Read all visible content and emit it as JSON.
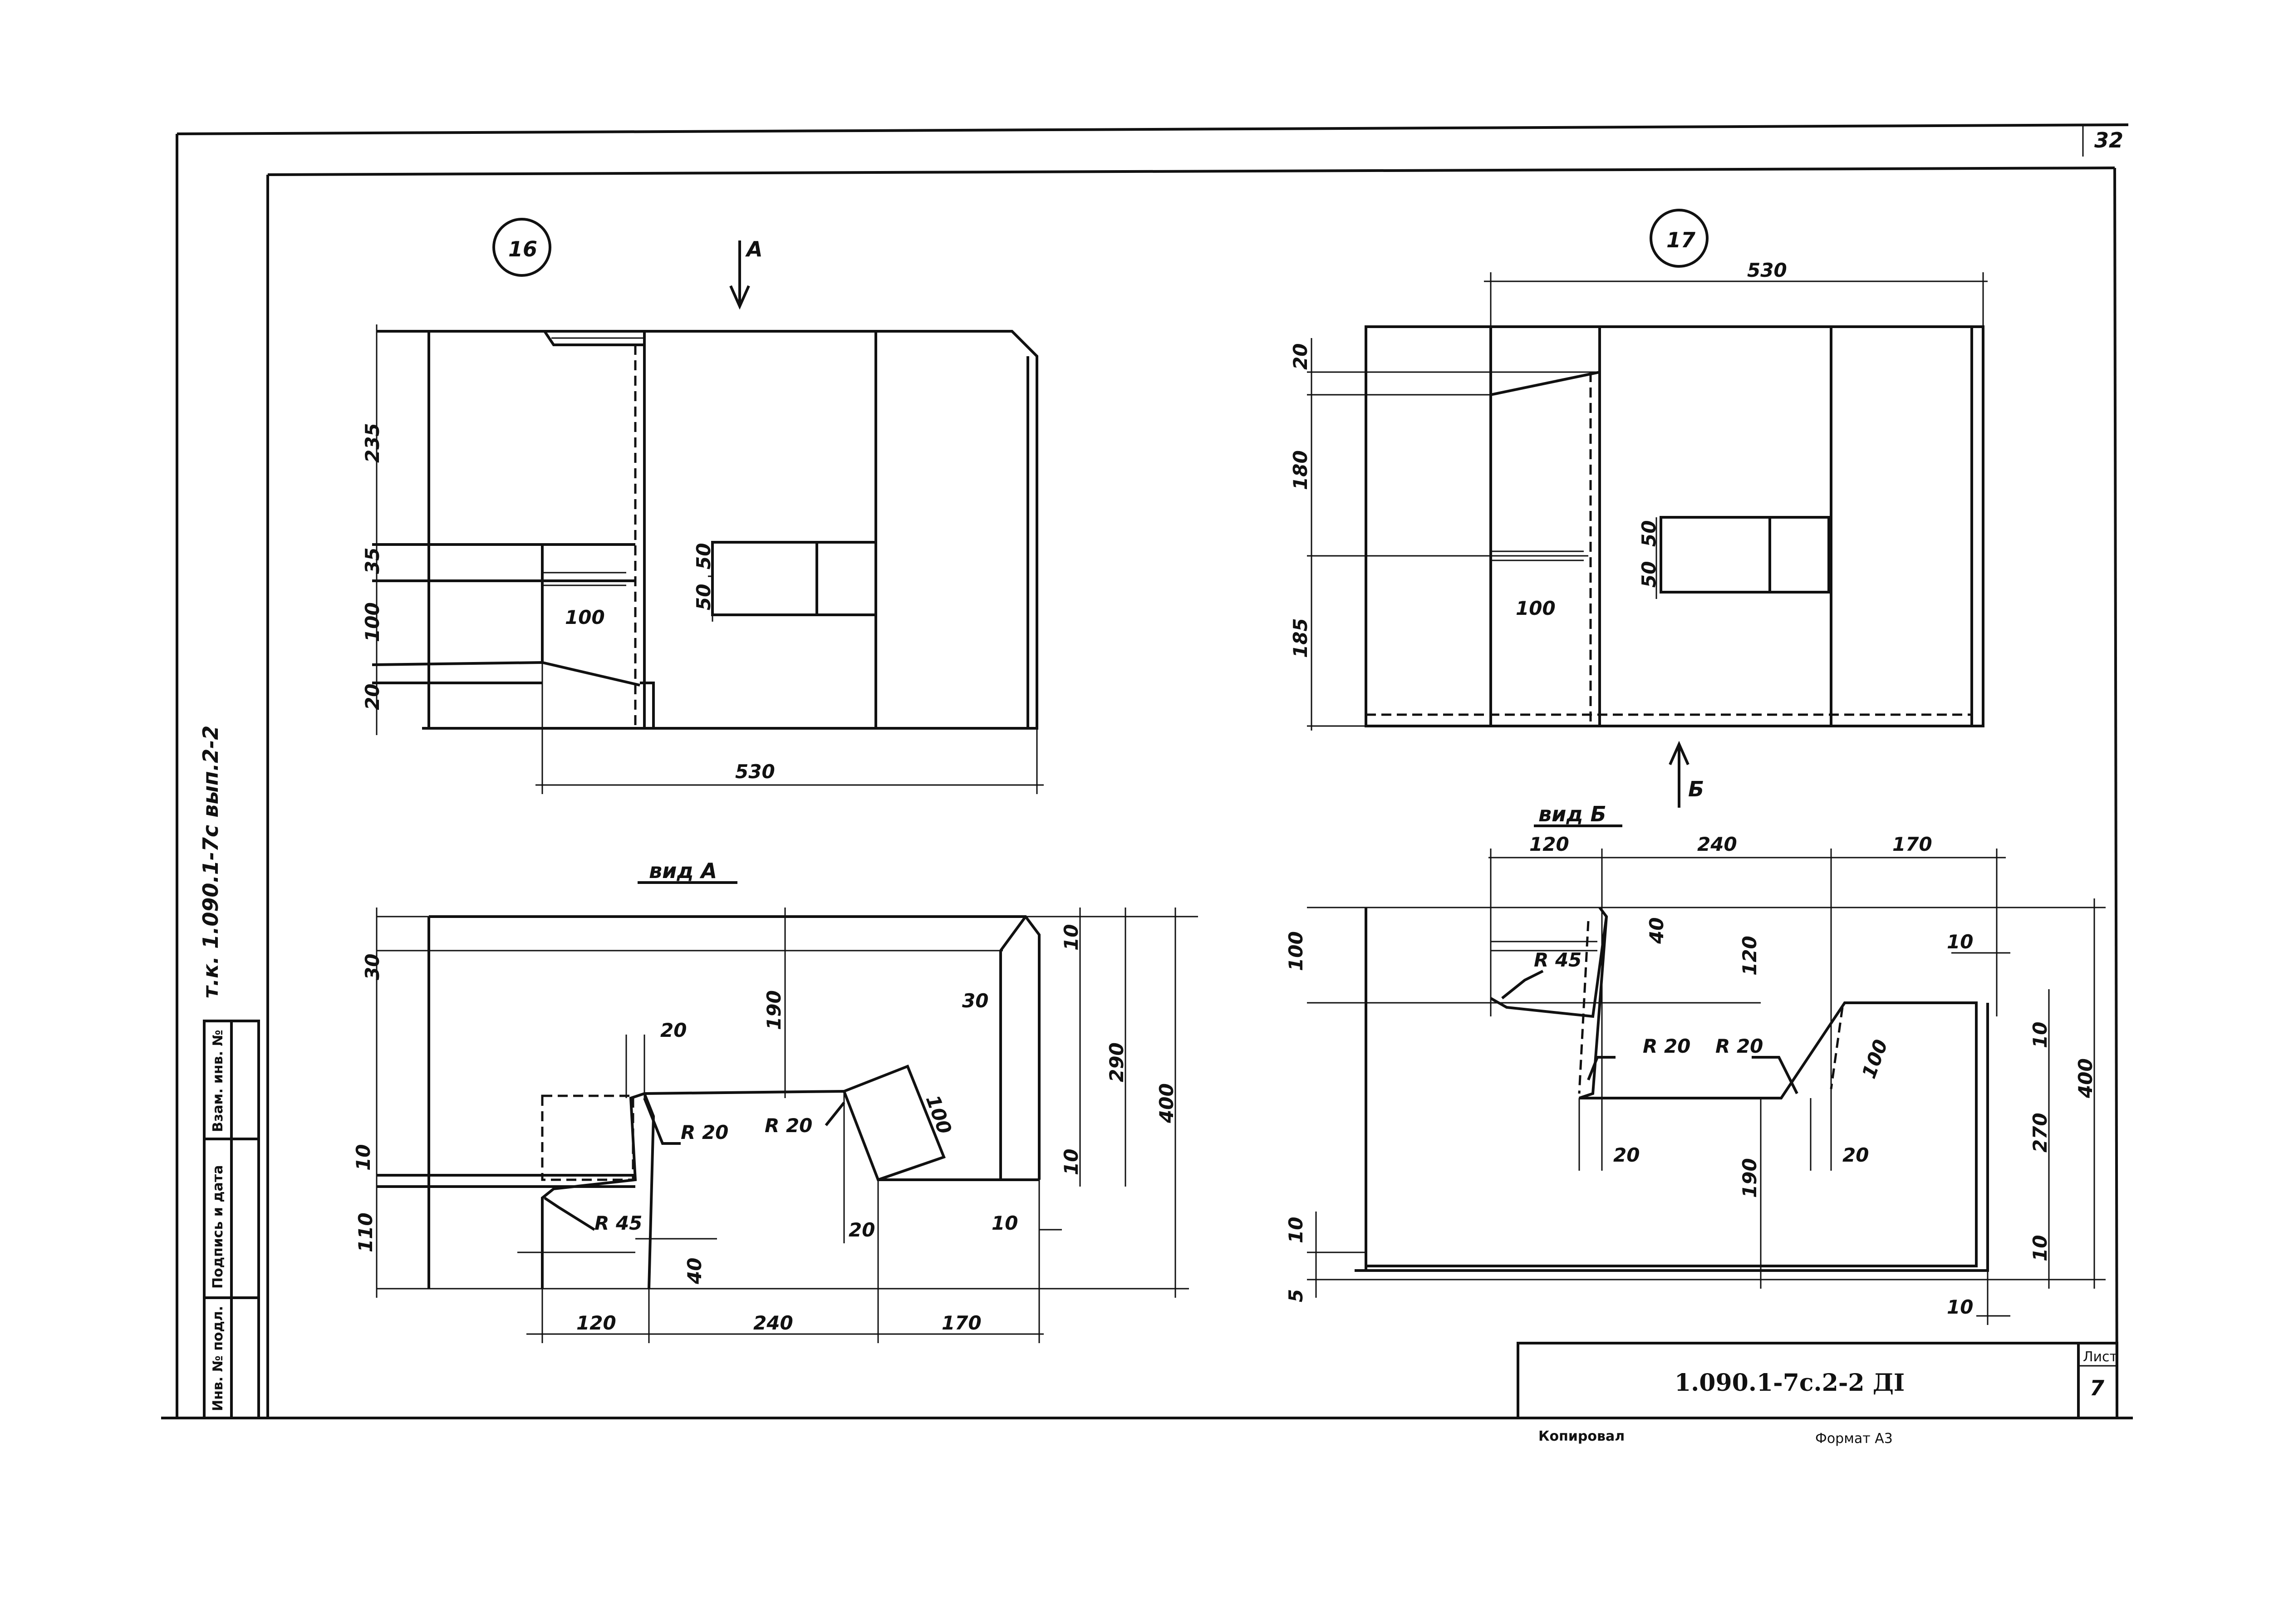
{
  "sheet_number": "32",
  "side_label": "т.к. 1.090.1-7с вып.2-2",
  "stamp_fields": [
    "Инв. № подл.",
    "Подпись и дата",
    "Взам. инв. №"
  ],
  "title_block": {
    "code": "1.090.1-7с.2-2 ДI",
    "sheet_label": "Лист",
    "sheet_value": "7"
  },
  "footer": {
    "copied": "Копировал",
    "format": "Формат А3"
  },
  "detail_16": {
    "number": "16",
    "arrow_label": "А",
    "dims": {
      "bottom": "530",
      "left_235": "235",
      "left_35": "35",
      "left_100": "100",
      "left_20": "20",
      "inner_100": "100",
      "vert_50a": "50",
      "vert_50b": "50"
    }
  },
  "detail_17": {
    "number": "17",
    "arrow_label": "Б",
    "dims": {
      "top": "530",
      "left_20": "20",
      "left_180": "180",
      "left_185": "185",
      "inner_100": "100",
      "vert_50a": "50",
      "vert_50b": "50"
    }
  },
  "view_a": {
    "title": "вид А",
    "dims": {
      "left_30": "30",
      "left_10": "10",
      "left_110": "110",
      "top_20": "20",
      "mid_190": "190",
      "r20a": "R 20",
      "r20b": "R 20",
      "d100": "100",
      "top_30": "30",
      "right_10a": "10",
      "right_290": "290",
      "right_400": "400",
      "right_10b": "10",
      "bot_10": "10",
      "bot_20": "20",
      "r45": "R 45",
      "bot_40": "40",
      "b120": "120",
      "b240": "240",
      "b170": "170"
    }
  },
  "view_b": {
    "title": "вид Б",
    "dims": {
      "t120": "120",
      "t240": "240",
      "t170": "170",
      "left_100": "100",
      "r45": "R 45",
      "d40": "40",
      "d120": "120",
      "r20a": "R 20",
      "r20b": "R 20",
      "d100": "100",
      "right_10a": "10",
      "right_10b": "10",
      "right_270": "270",
      "right_400": "400",
      "bot20a": "20",
      "bot20b": "20",
      "mid190": "190",
      "left_10": "10",
      "left_5": "5",
      "right_10c": "10",
      "bot_10": "10"
    }
  }
}
